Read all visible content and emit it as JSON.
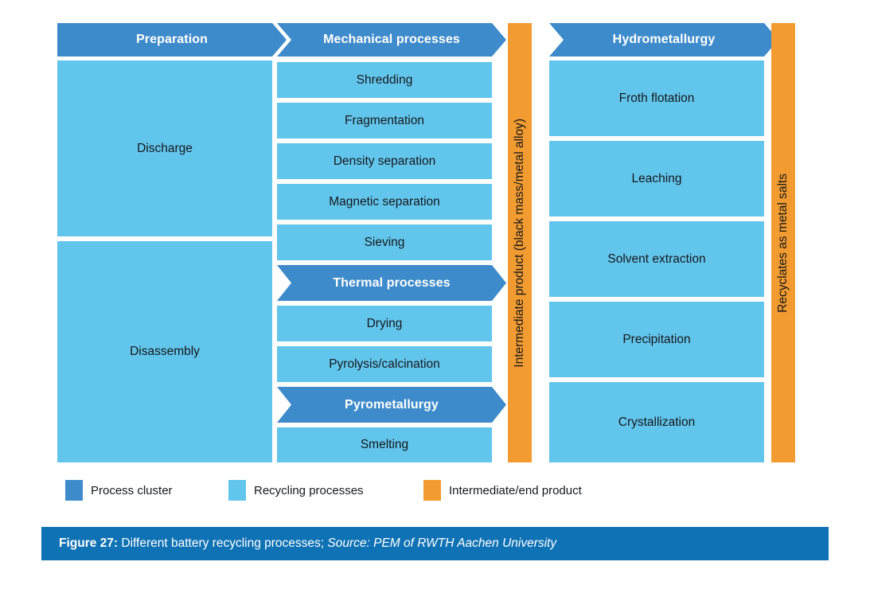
{
  "figure": {
    "caption_prefix": "Figure 27:",
    "caption_main": " Different battery recycling processes; ",
    "caption_source": "Source: PEM of RWTH Aachen University"
  },
  "colors": {
    "process_cluster": "#3e8bcb",
    "recycling_process": "#62c5ec",
    "product": "#f29b30",
    "caption_band": "#0f72b5",
    "background": "#ffffff"
  },
  "columns": [
    {
      "id": "preparation",
      "header": "Preparation",
      "header_shape": "chevron-right",
      "processes": [
        "Discharge",
        "Disassembly"
      ]
    },
    {
      "id": "mechanical-thermal-pyro",
      "header": "Mechanical processes",
      "header_shape": "chevron-both",
      "processes": [
        "Shredding",
        "Fragmentation",
        "Density separation",
        "Magnetic separation",
        "Sieving"
      ],
      "sub_clusters": [
        {
          "id": "thermal",
          "header": "Thermal processes",
          "processes": [
            "Drying",
            "Pyrolysis/calcination"
          ]
        },
        {
          "id": "pyrometallurgy",
          "header": "Pyrometallurgy",
          "processes": [
            "Smelting"
          ]
        }
      ]
    },
    {
      "id": "hydrometallurgy",
      "header": "Hydrometallurgy",
      "header_shape": "chevron-both",
      "processes": [
        "Froth flotation",
        "Leaching",
        "Solvent extraction",
        "Precipitation",
        "Crystallization"
      ]
    }
  ],
  "products": [
    {
      "id": "intermediate",
      "label": "Intermediate product (black mass/metal alloy)"
    },
    {
      "id": "recyclates",
      "label": "Recyclates as metal salts"
    }
  ],
  "legend": [
    {
      "id": "process-cluster",
      "label": "Process cluster",
      "color": "#3e8bcb"
    },
    {
      "id": "recycling-processes",
      "label": "Recycling processes",
      "color": "#62c5ec"
    },
    {
      "id": "intermediate-end-product",
      "label": "Intermediate/end product",
      "color": "#f29b30"
    }
  ]
}
